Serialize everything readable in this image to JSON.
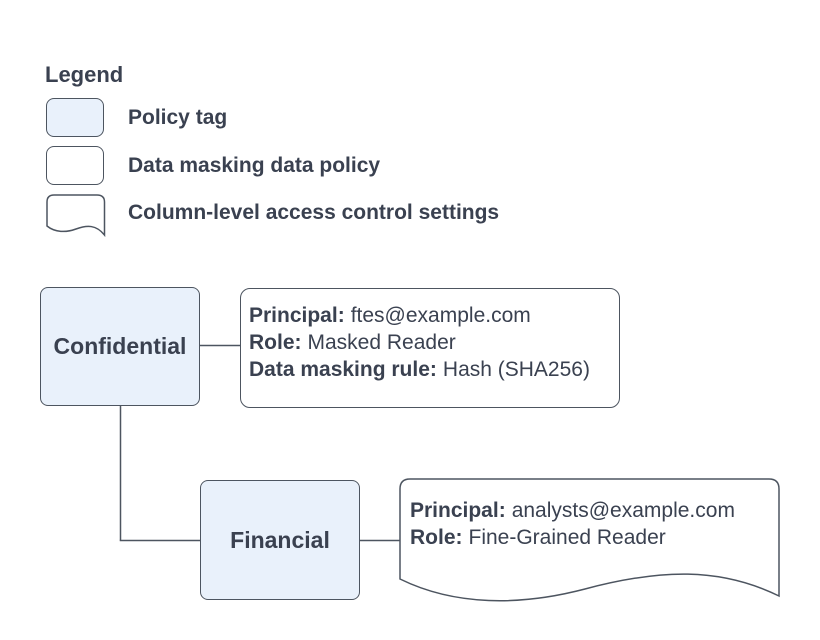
{
  "colors": {
    "node_fill": "#e9f1fb",
    "stroke": "#4d5560",
    "text": "#3a4150",
    "background": "#ffffff"
  },
  "legend": {
    "title": "Legend",
    "items": [
      {
        "shape": "policy-tag",
        "label": "Policy tag"
      },
      {
        "shape": "data-masking-data-policy",
        "label": "Data masking data policy"
      },
      {
        "shape": "column-level-access-control",
        "label": "Column-level access control settings"
      }
    ]
  },
  "diagram": {
    "policy_tags": [
      {
        "name": "Confidential"
      },
      {
        "name": "Financial"
      }
    ],
    "data_policy": {
      "lines": [
        {
          "label": "Principal:",
          "value": "ftes@example.com"
        },
        {
          "label": "Role:",
          "value": "Masked Reader"
        },
        {
          "label": "Data masking rule:",
          "value": "Hash (SHA256)"
        }
      ]
    },
    "column_access": {
      "lines": [
        {
          "label": "Principal:",
          "value": "analysts@example.com"
        },
        {
          "label": "Role:",
          "value": "Fine-Grained Reader"
        }
      ]
    }
  }
}
